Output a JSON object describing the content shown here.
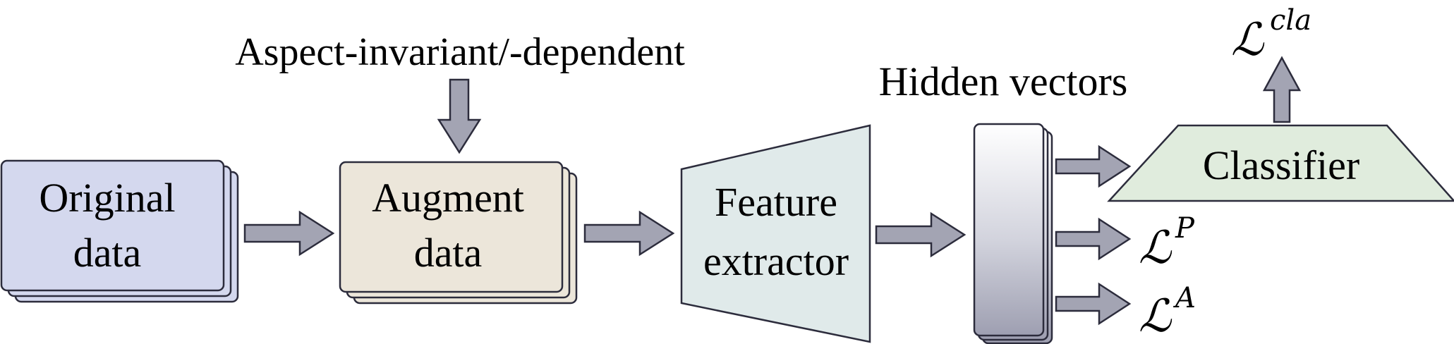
{
  "nodes": {
    "original": {
      "line1": "Original",
      "line2": "data"
    },
    "augment": {
      "line1": "Augment",
      "line2": "data"
    },
    "feature": {
      "line1": "Feature",
      "line2": "extractor"
    },
    "classifier": {
      "label": "Classifier"
    }
  },
  "labels": {
    "aspect": "Aspect-invariant/-dependent",
    "hidden": "Hidden vectors"
  },
  "losses": {
    "cla": {
      "base": "ℒ",
      "sup": "cla"
    },
    "p": {
      "base": "ℒ",
      "sup": "P"
    },
    "a": {
      "base": "ℒ",
      "sup": "A"
    }
  },
  "colors": {
    "original_fill": "#d4d8ee",
    "augment_fill": "#ece6da",
    "feature_fill": "#e0eaea",
    "classifier_fill": "#e0ecdd",
    "arrow_fill": "#a3a4b3",
    "stroke": "#2c2c3c"
  }
}
